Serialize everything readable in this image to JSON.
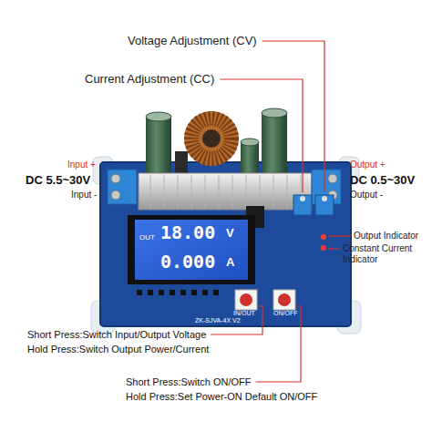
{
  "diagram": {
    "labels": [
      "Voltage Adjustment (CV)",
      "Current Adjustment (CC)",
      "Input +",
      "DC 5.5~30V",
      "Input -",
      "Output +",
      "DC 0.5~30V",
      "Output -",
      "OUT",
      "18.00",
      "V",
      "0.000",
      "A",
      "IN/OUT",
      "ON/OFF",
      "ZK-SJVA-4X V2",
      "Output Indicator",
      "Constant Current Indicator",
      "Short Press:Switch Input/Output Voltage",
      "Hold Press:Switch Output Power/Current",
      "Short Press:Switch ON/OFF",
      "Hold Press:Set Power-ON Default ON/OFF"
    ]
  }
}
